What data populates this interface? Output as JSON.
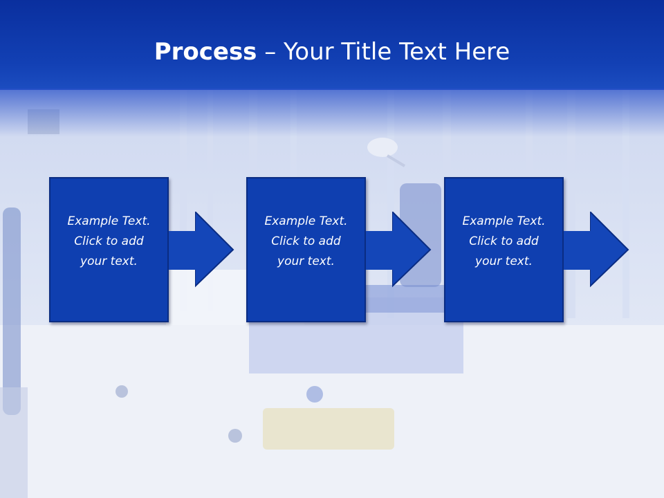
{
  "title": {
    "bold": "Process",
    "rest": " – Your Title Text Here"
  },
  "steps": [
    {
      "text": "Example Text.\nClick  to add\nyour text."
    },
    {
      "text": "Example Text.\nClick  to add\nyour text."
    },
    {
      "text": "Example Text.\nClick  to add\nyour text."
    }
  ],
  "colors": {
    "header": "#1240b4",
    "box": "#0f3fb0",
    "arrow": "#1446b8"
  }
}
